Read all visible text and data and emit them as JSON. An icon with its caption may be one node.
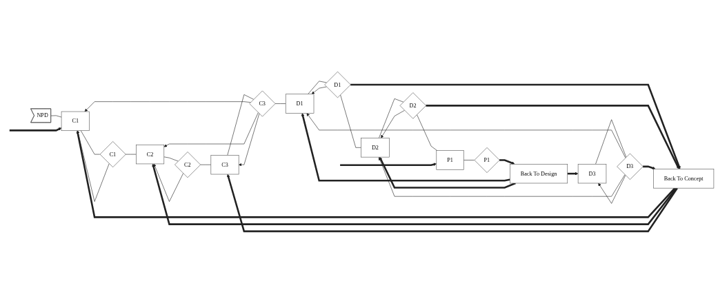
{
  "diagram": {
    "nodes": [
      {
        "text": [
          "NPD"
        ]
      },
      {
        "text": [
          "C1"
        ]
      },
      {
        "text": [
          "C1"
        ]
      },
      {
        "text": [
          "C2"
        ]
      },
      {
        "text": [
          "C2"
        ]
      },
      {
        "text": [
          "C3"
        ]
      },
      {
        "text": [
          "C3"
        ]
      },
      {
        "text": [
          "Back To Concept"
        ]
      },
      {
        "text": [
          "D1"
        ]
      },
      {
        "text": [
          "D1"
        ]
      },
      {
        "text": [
          "D2"
        ]
      },
      {
        "text": [
          "D2"
        ]
      },
      {
        "text": [
          "D3"
        ]
      },
      {
        "text": [
          "D3"
        ]
      },
      {
        "text": [
          "Back To Design"
        ]
      },
      {
        "text": [
          "P1"
        ]
      },
      {
        "text": [
          "P1"
        ]
      }
    ],
    "edges": [
      {
        "from": 0,
        "to": 1,
        "arrow": "none"
      },
      {
        "from": 1,
        "to": 2,
        "arrow": "none"
      },
      {
        "from": 2,
        "to": 3,
        "arrow": "none"
      },
      {
        "from": 3,
        "to": 4,
        "arrow": "none"
      },
      {
        "from": 4,
        "to": 5,
        "arrow": "none"
      },
      {
        "from": 5,
        "to": 6,
        "arrow": "none"
      },
      {
        "from": 6,
        "to": 8,
        "arrow": "none"
      },
      {
        "from": 8,
        "to": 9,
        "arrow": "none"
      },
      {
        "from": 9,
        "to": 10,
        "arrow": "none"
      },
      {
        "from": 10,
        "to": 11,
        "arrow": "none"
      },
      {
        "from": 11,
        "to": 15,
        "arrow": "none"
      },
      {
        "from": 12,
        "to": 13,
        "arrow": "none"
      },
      {
        "from": 15,
        "to": 16,
        "arrow": "none"
      },
      {
        "from": 2,
        "to": 1,
        "arrow": "to"
      },
      {
        "from": 6,
        "to": 1,
        "arrow": "to"
      },
      {
        "from": 4,
        "to": 3,
        "arrow": "to"
      },
      {
        "from": 6,
        "to": 3,
        "arrow": "to"
      },
      {
        "from": 6,
        "to": 5,
        "arrow": "to"
      },
      {
        "from": 7,
        "to": 1,
        "arrow": "to",
        "style": "thick"
      },
      {
        "from": 7,
        "to": 3,
        "arrow": "to",
        "style": "thick"
      },
      {
        "from": 7,
        "to": 5,
        "arrow": "to",
        "style": "thick"
      },
      {
        "from": 9,
        "to": 7,
        "arrow": "to",
        "style": "thick"
      },
      {
        "from": 11,
        "to": 7,
        "arrow": "to",
        "style": "thick"
      },
      {
        "from": 13,
        "to": 7,
        "arrow": "to",
        "style": "thick"
      },
      {
        "from": 9,
        "to": 8,
        "arrow": "to"
      },
      {
        "from": 13,
        "to": 8,
        "arrow": "to"
      },
      {
        "from": 11,
        "to": 10,
        "arrow": "to"
      },
      {
        "from": 13,
        "to": 10,
        "arrow": "to"
      },
      {
        "from": 13,
        "to": 12,
        "arrow": "to"
      },
      {
        "from": 14,
        "to": 8,
        "arrow": "to",
        "style": "thick"
      },
      {
        "from": 14,
        "to": 10,
        "arrow": "to",
        "style": "thick"
      },
      {
        "from": 14,
        "to": 12,
        "arrow": "to",
        "style": "thick"
      },
      {
        "from": 16,
        "to": 14,
        "arrow": "to",
        "style": "thick"
      },
      {
        "from": null,
        "to": 1,
        "arrow": "to",
        "style": "thick"
      },
      {
        "from": null,
        "to": 15,
        "arrow": "to",
        "style": "thick"
      }
    ]
  }
}
